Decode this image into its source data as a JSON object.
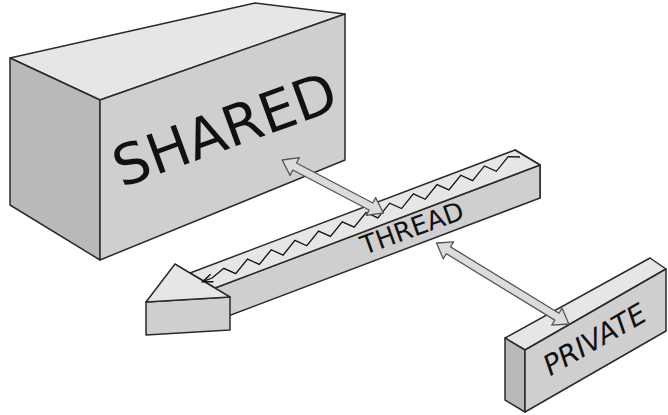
{
  "diagram": {
    "nodes": [
      {
        "text": [
          "SHARED"
        ]
      },
      {
        "text": [
          "THREAD"
        ]
      },
      {
        "text": [
          "PRIVATE"
        ]
      }
    ],
    "edges": [
      {
        "from": 0,
        "to": 1,
        "arrow": "both"
      },
      {
        "from": 1,
        "to": 2,
        "arrow": "both"
      }
    ]
  }
}
